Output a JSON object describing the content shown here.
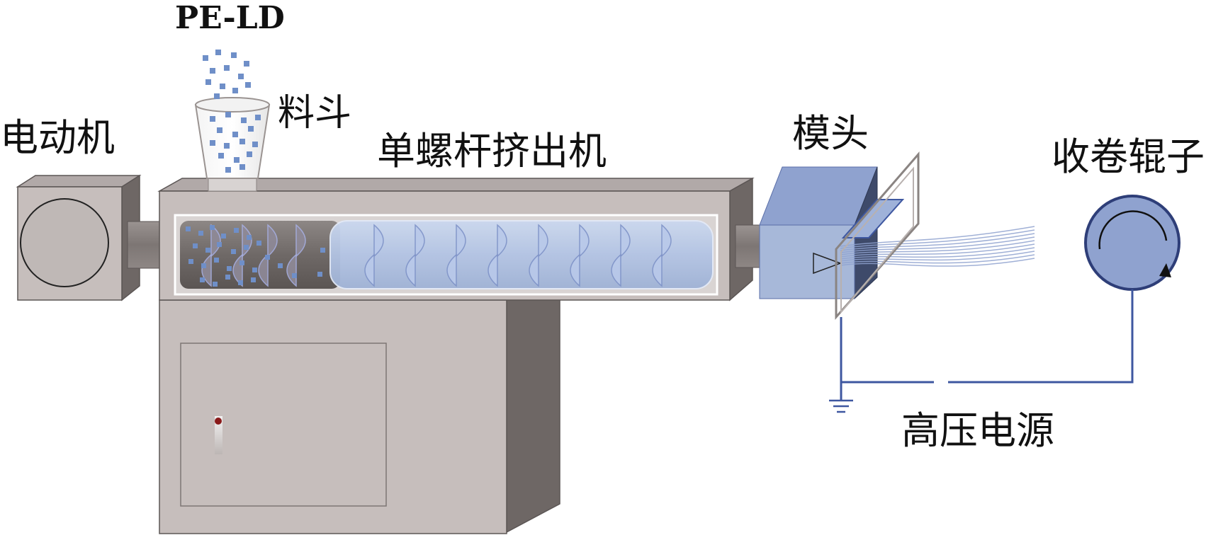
{
  "labels": {
    "pe_ld": "PE-LD",
    "hopper": "料斗",
    "motor": "电动机",
    "extruder": "单螺杆挤出机",
    "die": "模头",
    "roller": "收卷辊子",
    "power": "高压电源"
  },
  "colors": {
    "body_gray": "#c6bebc",
    "body_top": "#b1a9a8",
    "body_side": "#6e6765",
    "barrel_blue": "#b8c8e6",
    "pellet_blue": "#6f8fc8",
    "die_blue": "#a7b8d9",
    "roller_blue": "#8fa2cf",
    "wire_blue": "#3e57a0"
  },
  "icons": {
    "ground": "ground-symbol-icon",
    "rotation": "rotation-arrow-icon",
    "indicator": "indicator-light-icon"
  }
}
